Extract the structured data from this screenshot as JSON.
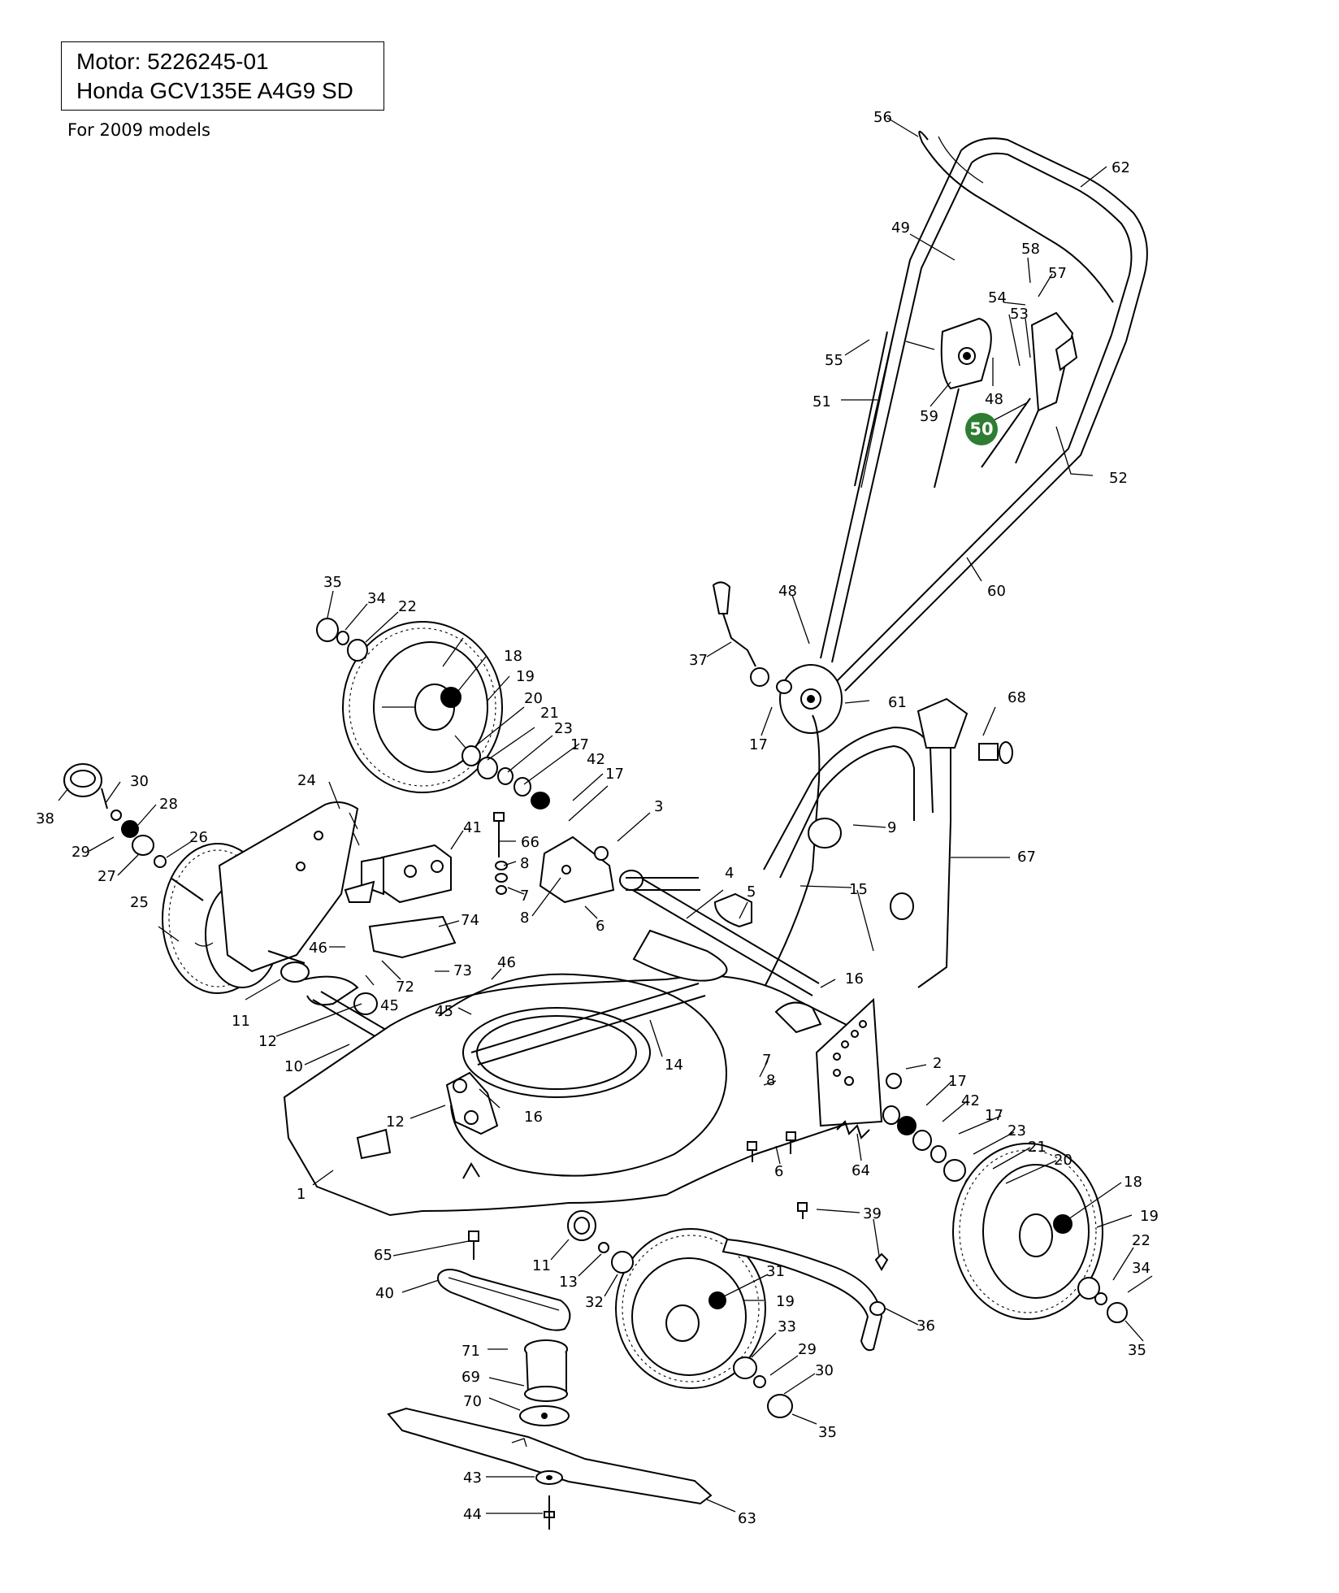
{
  "header": {
    "motor_line": "Motor: 5226245-01",
    "engine_line": "Honda GCV135E A4G9 SD"
  },
  "note": "For 2009 models",
  "highlight": {
    "label": "50",
    "color": "#2e7d32"
  },
  "callouts": [
    {
      "id": "c56",
      "label": "56"
    },
    {
      "id": "c62",
      "label": "62"
    },
    {
      "id": "c49",
      "label": "49"
    },
    {
      "id": "c58",
      "label": "58"
    },
    {
      "id": "c57",
      "label": "57"
    },
    {
      "id": "c54",
      "label": "54"
    },
    {
      "id": "c53",
      "label": "53"
    },
    {
      "id": "c55",
      "label": "55"
    },
    {
      "id": "c48a",
      "label": "48"
    },
    {
      "id": "c51",
      "label": "51"
    },
    {
      "id": "c59",
      "label": "59"
    },
    {
      "id": "c52",
      "label": "52"
    },
    {
      "id": "c60",
      "label": "60"
    },
    {
      "id": "c48b",
      "label": "48"
    },
    {
      "id": "c37",
      "label": "37"
    },
    {
      "id": "c61",
      "label": "61"
    },
    {
      "id": "c17a",
      "label": "17"
    },
    {
      "id": "c68",
      "label": "68"
    },
    {
      "id": "c35a",
      "label": "35"
    },
    {
      "id": "c34a",
      "label": "34"
    },
    {
      "id": "c22a",
      "label": "22"
    },
    {
      "id": "c18a",
      "label": "18"
    },
    {
      "id": "c19a",
      "label": "19"
    },
    {
      "id": "c20a",
      "label": "20"
    },
    {
      "id": "c21a",
      "label": "21"
    },
    {
      "id": "c23a",
      "label": "23"
    },
    {
      "id": "c17b",
      "label": "17"
    },
    {
      "id": "c42a",
      "label": "42"
    },
    {
      "id": "c17c",
      "label": "17"
    },
    {
      "id": "c3",
      "label": "3"
    },
    {
      "id": "c9",
      "label": "9"
    },
    {
      "id": "c67",
      "label": "67"
    },
    {
      "id": "c30a",
      "label": "30"
    },
    {
      "id": "c24",
      "label": "24"
    },
    {
      "id": "c38",
      "label": "38"
    },
    {
      "id": "c28",
      "label": "28"
    },
    {
      "id": "c29a",
      "label": "29"
    },
    {
      "id": "c26",
      "label": "26"
    },
    {
      "id": "c27",
      "label": "27"
    },
    {
      "id": "c41",
      "label": "41"
    },
    {
      "id": "c66",
      "label": "66"
    },
    {
      "id": "c8a",
      "label": "8"
    },
    {
      "id": "c7a",
      "label": "7"
    },
    {
      "id": "c8b",
      "label": "8"
    },
    {
      "id": "c6a",
      "label": "6"
    },
    {
      "id": "c4",
      "label": "4"
    },
    {
      "id": "c5",
      "label": "5"
    },
    {
      "id": "c15",
      "label": "15"
    },
    {
      "id": "c25",
      "label": "25"
    },
    {
      "id": "c74",
      "label": "74"
    },
    {
      "id": "c46a",
      "label": "46"
    },
    {
      "id": "c73",
      "label": "73"
    },
    {
      "id": "c72",
      "label": "72"
    },
    {
      "id": "c46b",
      "label": "46"
    },
    {
      "id": "c16a",
      "label": "16"
    },
    {
      "id": "c11a",
      "label": "11"
    },
    {
      "id": "c45a",
      "label": "45"
    },
    {
      "id": "c45b",
      "label": "45"
    },
    {
      "id": "c12a",
      "label": "12"
    },
    {
      "id": "c10",
      "label": "10"
    },
    {
      "id": "c14",
      "label": "14"
    },
    {
      "id": "c2",
      "label": "2"
    },
    {
      "id": "c7b",
      "label": "7"
    },
    {
      "id": "c8c",
      "label": "8"
    },
    {
      "id": "c17d",
      "label": "17"
    },
    {
      "id": "c42b",
      "label": "42"
    },
    {
      "id": "c17e",
      "label": "17"
    },
    {
      "id": "c23b",
      "label": "23"
    },
    {
      "id": "c21b",
      "label": "21"
    },
    {
      "id": "c20b",
      "label": "20"
    },
    {
      "id": "c12b",
      "label": "12"
    },
    {
      "id": "c16b",
      "label": "16"
    },
    {
      "id": "c6b",
      "label": "6"
    },
    {
      "id": "c64",
      "label": "64"
    },
    {
      "id": "c1",
      "label": "1"
    },
    {
      "id": "c18b",
      "label": "18"
    },
    {
      "id": "c19b",
      "label": "19"
    },
    {
      "id": "c39",
      "label": "39"
    },
    {
      "id": "c65",
      "label": "65"
    },
    {
      "id": "c11b",
      "label": "11"
    },
    {
      "id": "c13",
      "label": "13"
    },
    {
      "id": "c31",
      "label": "31"
    },
    {
      "id": "c19c",
      "label": "19"
    },
    {
      "id": "c32",
      "label": "32"
    },
    {
      "id": "c40",
      "label": "40"
    },
    {
      "id": "c36",
      "label": "36"
    },
    {
      "id": "c22b",
      "label": "22"
    },
    {
      "id": "c34b",
      "label": "34"
    },
    {
      "id": "c35b",
      "label": "35"
    },
    {
      "id": "c33",
      "label": "33"
    },
    {
      "id": "c29b",
      "label": "29"
    },
    {
      "id": "c30b",
      "label": "30"
    },
    {
      "id": "c35c",
      "label": "35"
    },
    {
      "id": "c71",
      "label": "71"
    },
    {
      "id": "c69",
      "label": "69"
    },
    {
      "id": "c70",
      "label": "70"
    },
    {
      "id": "c43",
      "label": "43"
    },
    {
      "id": "c44",
      "label": "44"
    },
    {
      "id": "c63",
      "label": "63"
    }
  ]
}
